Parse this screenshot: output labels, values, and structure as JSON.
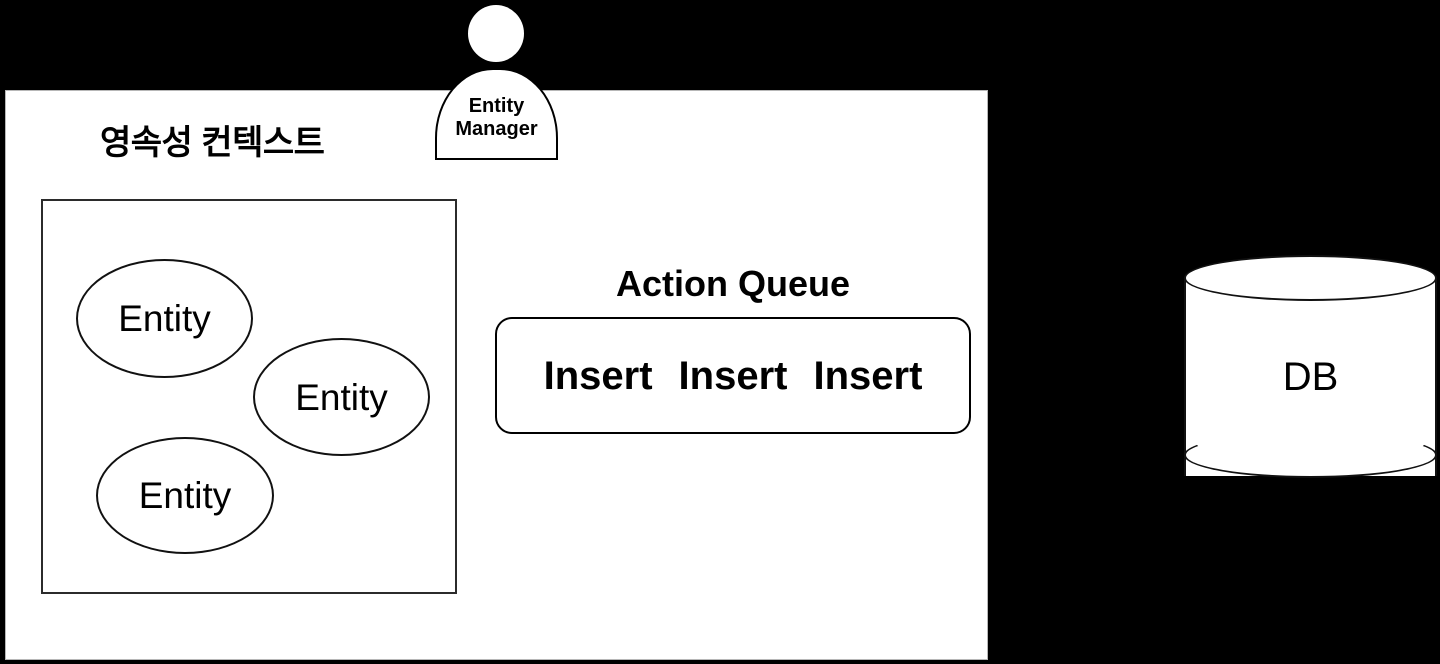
{
  "diagram": {
    "background_color": "#000000",
    "panel": {
      "title": "영속성 컨텍스트",
      "fill": "#ffffff"
    },
    "entity_box": {
      "entities": [
        {
          "label": "Entity"
        },
        {
          "label": "Entity"
        },
        {
          "label": "Entity"
        }
      ]
    },
    "action_queue": {
      "title": "Action Queue",
      "items": [
        {
          "label": "Insert"
        },
        {
          "label": "Insert"
        },
        {
          "label": "Insert"
        }
      ]
    },
    "actor": {
      "name_line_1": "Entity",
      "name_line_2": "Manager",
      "icon": "person-actor-icon"
    },
    "database": {
      "label": "DB",
      "icon": "cylinder-database-icon"
    }
  }
}
